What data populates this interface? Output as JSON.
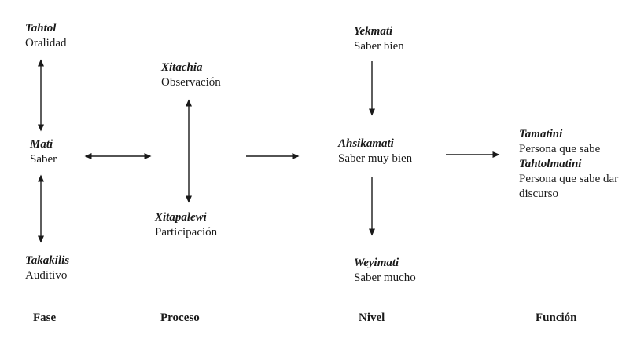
{
  "diagram": {
    "colors": {
      "text": "#1a1a1a",
      "background": "#ffffff",
      "arrow": "#1a1a1a"
    },
    "columns": {
      "fase": {
        "label": "Fase",
        "nodes": [
          {
            "term": "Tahtol",
            "translation": "Oralidad"
          },
          {
            "term": "Mati",
            "translation": "Saber"
          },
          {
            "term": "Takakilis",
            "translation": "Auditivo"
          }
        ]
      },
      "proceso": {
        "label": "Proceso",
        "nodes": [
          {
            "term": "Xitachia",
            "translation": "Observación"
          },
          {
            "term": "Xitapalewi",
            "translation": "Participación"
          }
        ]
      },
      "nivel": {
        "label": "Nivel",
        "nodes": [
          {
            "term": "Yekmati",
            "translation": "Saber bien"
          },
          {
            "term": "Ahsikamati",
            "translation": "Saber muy bien"
          },
          {
            "term": "Weyimati",
            "translation": "Saber mucho"
          }
        ]
      },
      "funcion": {
        "label": "Función",
        "nodes": [
          {
            "term": "Tamatini",
            "translation": "Persona que sabe"
          },
          {
            "term": "Tahtolmatini",
            "translation": "Persona que sabe dar discurso"
          }
        ]
      }
    }
  }
}
